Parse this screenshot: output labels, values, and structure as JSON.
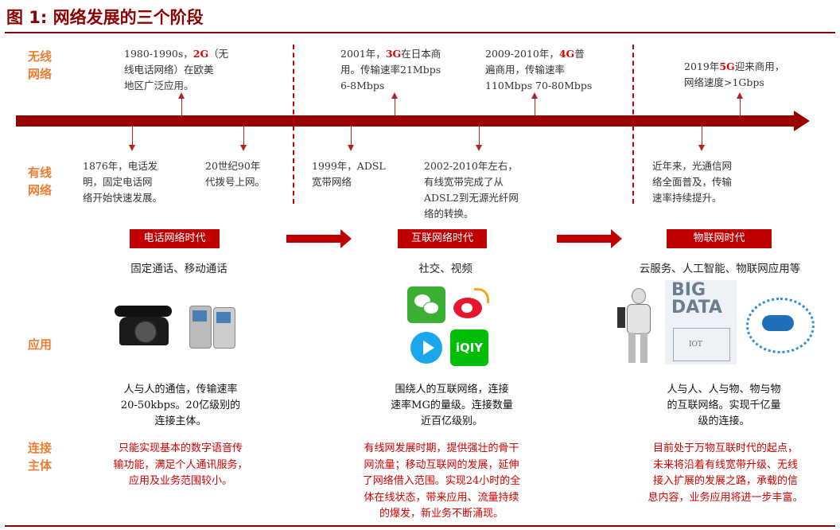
{
  "title": "图 1:  网络发展的三个阶段",
  "row_labels": {
    "wireless": "无线网络",
    "wired": "有线网络",
    "app": "应用",
    "subject": "连接主体"
  },
  "wireless_events": [
    {
      "pre": "1980-1990s，",
      "gen": "2G",
      "post": "（无\n线电话网络）在欧美\n地区广泛应用。"
    },
    {
      "pre": "2001年，",
      "gen": "3G",
      "post": "在日本商\n用。传输速率21Mbps\n6-8Mbps"
    },
    {
      "pre": "2009-2010年，",
      "gen": "4G",
      "post": "普\n遍商用，传输速率\n110Mbps 70-80Mbps"
    },
    {
      "pre": "2019年",
      "gen": "5G",
      "post": "迎来商用，\n网络速度>1Gbps"
    }
  ],
  "wired_events": [
    "1876年，电话发\n明，固定电话网\n络开始快速发展。",
    "20世纪90年\n代拨号上网。",
    "1999年，ADSL\n宽带网络",
    "2002-2010年左右，\n有线宽带完成了从\nADSL2到无源光纤网\n络的转换。",
    "近年来，光通信网\n络全面普及，传输\n速率持续提升。"
  ],
  "eras": [
    {
      "label": "电话网络时代",
      "apps": "固定通话、移动通话",
      "desc": "人与人的通信，传输速率\n20-50kbps。20亿级别的\n连接主体。",
      "subject": "只能实现基本的数字语音传\n输功能，满足个人通讯服务，\n应用及业务范围较小。"
    },
    {
      "label": "互联网络时代",
      "apps": "社交、视频",
      "desc": "围绕人的互联网络，连接\n速率MG的量级。连接数量\n近百亿级别。",
      "subject": "有线网发展时期，提供强壮的骨干\n网流量；移动互联网的发展，延伸\n了网络借入范围。实现24小时的全\n体在线状态，带来应用、流量持续\n的爆发，新业务不断涌现。"
    },
    {
      "label": "物联网时代",
      "apps": "云服务、人工智能、物联网应用等",
      "desc": "人与人、人与物、物与物\n的互联网络。实现千亿量\n级的连接。",
      "subject": "目前处于万物互联时代的起点，\n未来将沿着有线宽带升级、无线\n接入扩展的发展之路，承载的信\n息内容，业务应用将进一步丰富。"
    }
  ],
  "image_text": {
    "bigdata": "BIG DATA",
    "iot": "IOT"
  }
}
